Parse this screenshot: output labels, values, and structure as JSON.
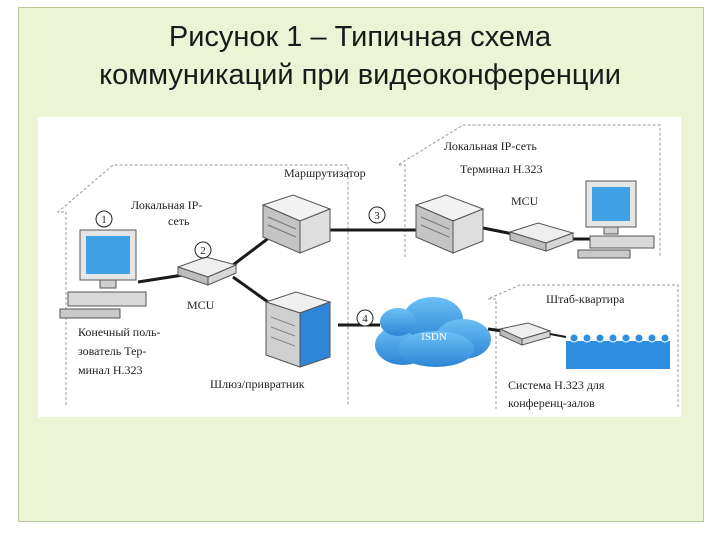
{
  "slide": {
    "title_line1": "Рисунок 1 – Типичная схема",
    "title_line2": "коммуникаций при видеоконференции"
  },
  "diagram": {
    "labels": {
      "lan_left": [
        "Локальная IP-",
        "сеть"
      ],
      "router": "Маршрутизатор",
      "lan_right": [
        "Локальная IP-сеть",
        "Терминал Н.323"
      ],
      "mcu_left": "MCU",
      "mcu_right": "MCU",
      "end_user": [
        "Конечный поль-",
        "зователь Тер-",
        "минал Н.323"
      ],
      "gateway": "Шлюз/привратник",
      "isdn": "ISDN",
      "hq": "Штаб-квартира",
      "system": [
        "Система Н.323 для",
        "конференц-залов"
      ]
    },
    "markers": [
      "1",
      "2",
      "3",
      "4"
    ],
    "colors": {
      "screen": "#3fa2e6",
      "gateway_blue": "#2f86d8",
      "cloud": "#3a9be0",
      "audience": "#2e8fe0",
      "line": "#1a1a1a",
      "dashed": "#9a9a9a"
    }
  }
}
